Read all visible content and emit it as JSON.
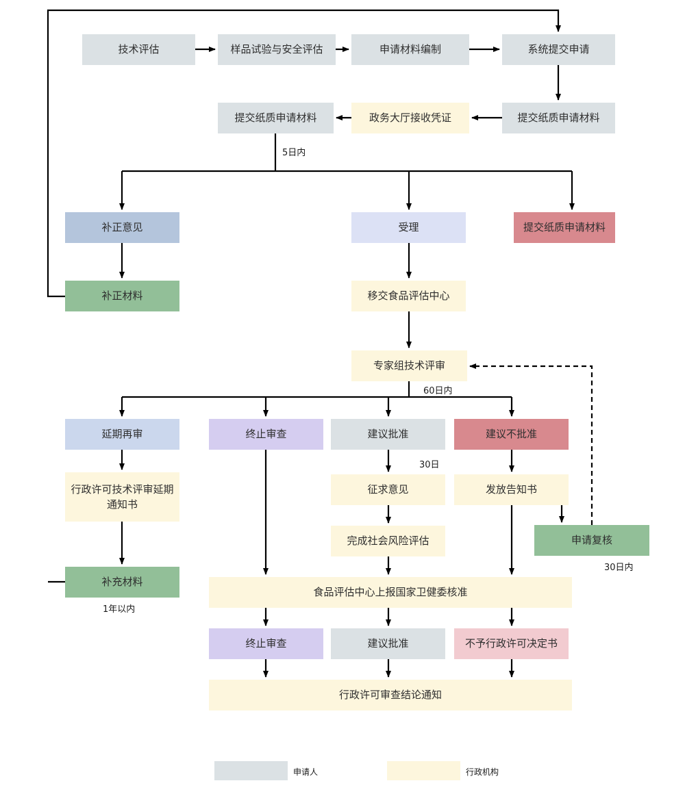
{
  "diagram": {
    "nodes": {
      "tech_eval": {
        "label": "技术评估"
      },
      "sample_test": {
        "label": "样品试验与安全评估"
      },
      "material_prep": {
        "label": "申请材料编制"
      },
      "system_submit": {
        "label": "系统提交申请"
      },
      "paper_submit_right": {
        "label": "提交纸质申请材料"
      },
      "hall_receipt": {
        "label": "政务大厅接收凭证"
      },
      "paper_submit_left": {
        "label": "提交纸质申请材料"
      },
      "correction_opinion": {
        "label": "补正意见"
      },
      "acceptance": {
        "label": "受理"
      },
      "paper_submit_rejected": {
        "label": "提交纸质申请材料"
      },
      "correction_material": {
        "label": "补正材料"
      },
      "transfer_center": {
        "label": "移交食品评估中心"
      },
      "expert_review": {
        "label": "专家组技术评审"
      },
      "postpone_review": {
        "label": "延期再审"
      },
      "terminate_review_1": {
        "label": "终止审查"
      },
      "suggest_approval_1": {
        "label": "建议批准"
      },
      "suggest_disapproval": {
        "label": "建议不批准"
      },
      "postpone_notice": {
        "label": "行政许可技术评审延期通知书"
      },
      "seek_opinions": {
        "label": "征求意见"
      },
      "issue_notice": {
        "label": "发放告知书"
      },
      "social_risk_eval": {
        "label": "完成社会风险评估"
      },
      "apply_recheck": {
        "label": "申请复核"
      },
      "supplement_material": {
        "label": "补充材料"
      },
      "report_nhc": {
        "label": "食品评估中心上报国家卫健委核准"
      },
      "terminate_review_2": {
        "label": "终止审查"
      },
      "suggest_approval_2": {
        "label": "建议批准"
      },
      "no_permit_decision": {
        "label": "不予行政许可决定书"
      },
      "review_conclusion": {
        "label": "行政许可审查结论通知"
      }
    },
    "edge_labels": {
      "within_5_days": "5日内",
      "within_60_days": "60日内",
      "days_30": "30日",
      "within_30_days": "30日内",
      "within_1_year": "1年以内"
    },
    "legend": {
      "applicant": {
        "label": "申请人",
        "color": "#dbe1e4"
      },
      "authority": {
        "label": "行政机构",
        "color": "#fdf6dd"
      }
    }
  },
  "palette": {
    "applicant": "#dbe1e4",
    "authority": "#fdf6dd",
    "blue": "#b4c5dc",
    "periwinkle": "#dce1f5",
    "lightblue": "#cbd7ed",
    "purple": "#d5cdf0",
    "red": "#d8898e",
    "green": "#92bf98",
    "pink": "#f2cbd0",
    "line": "#000000"
  }
}
